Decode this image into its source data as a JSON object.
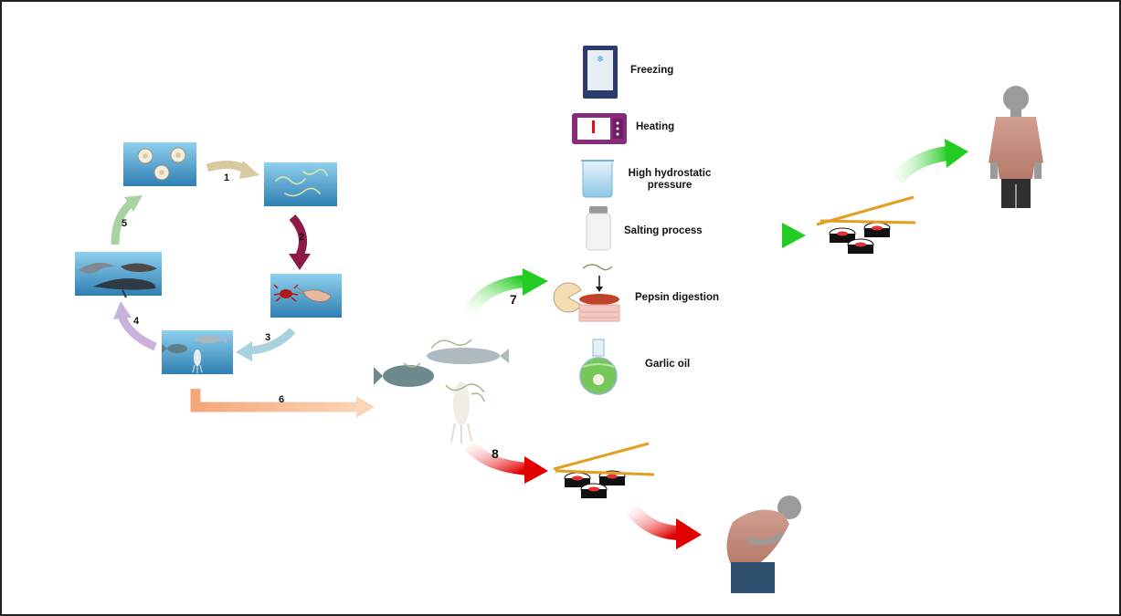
{
  "steps": {
    "s1": "1",
    "s2": "2",
    "s3": "3",
    "s4": "4",
    "s5": "5",
    "s6": "6",
    "s7": "7",
    "s8": "8"
  },
  "treatments": {
    "freezing": "Freezing",
    "heating": "Heating",
    "hhp_line1": "High hydrostatic",
    "hhp_line2": "pressure",
    "salting": "Salting process",
    "pepsin": "Pepsin digestion",
    "garlic": "Garlic oil"
  },
  "colors": {
    "water": "#3b8fc0",
    "arrow1": "#d9c9a0",
    "arrow2": "#8e1a4a",
    "arrow3": "#a9d2de",
    "arrow4": "#c9b3dd",
    "arrow5": "#a9d3a2",
    "arrow6": "#f6c29b",
    "arrow7": "#33cc33",
    "arrow8": "#e01010",
    "skin": "#c48f7f",
    "person": "#9b9b9b"
  },
  "icons": [
    "egg-icon",
    "larva-icon",
    "crab-icon",
    "shrimp-icon",
    "fish-icon",
    "squid-icon",
    "dolphin-icon",
    "seal-icon",
    "whale-icon",
    "freezer-icon",
    "microwave-icon",
    "beaker-icon",
    "salt-shaker-icon",
    "pacman-enzyme-icon",
    "flask-icon",
    "sushi-icon",
    "chopsticks-icon",
    "healthy-person-icon",
    "sick-person-icon"
  ]
}
